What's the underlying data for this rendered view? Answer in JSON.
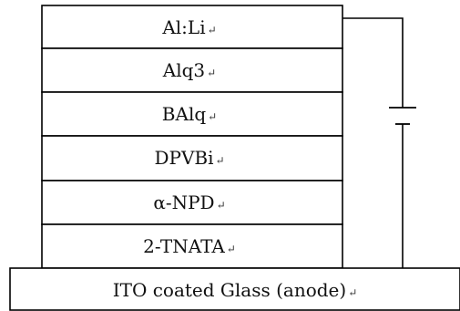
{
  "diagram": {
    "layers": [
      {
        "label": "Al:Li",
        "mark": "↵"
      },
      {
        "label": "Alq3",
        "mark": "↵"
      },
      {
        "label": "BAlq",
        "mark": "↵"
      },
      {
        "label": "DPVBi",
        "mark": "↵"
      },
      {
        "label": "α-NPD",
        "mark": "↵"
      },
      {
        "label": "2-TNATA",
        "mark": "↵"
      }
    ],
    "substrate": {
      "label": "ITO coated Glass (anode)",
      "mark": "↵"
    }
  }
}
